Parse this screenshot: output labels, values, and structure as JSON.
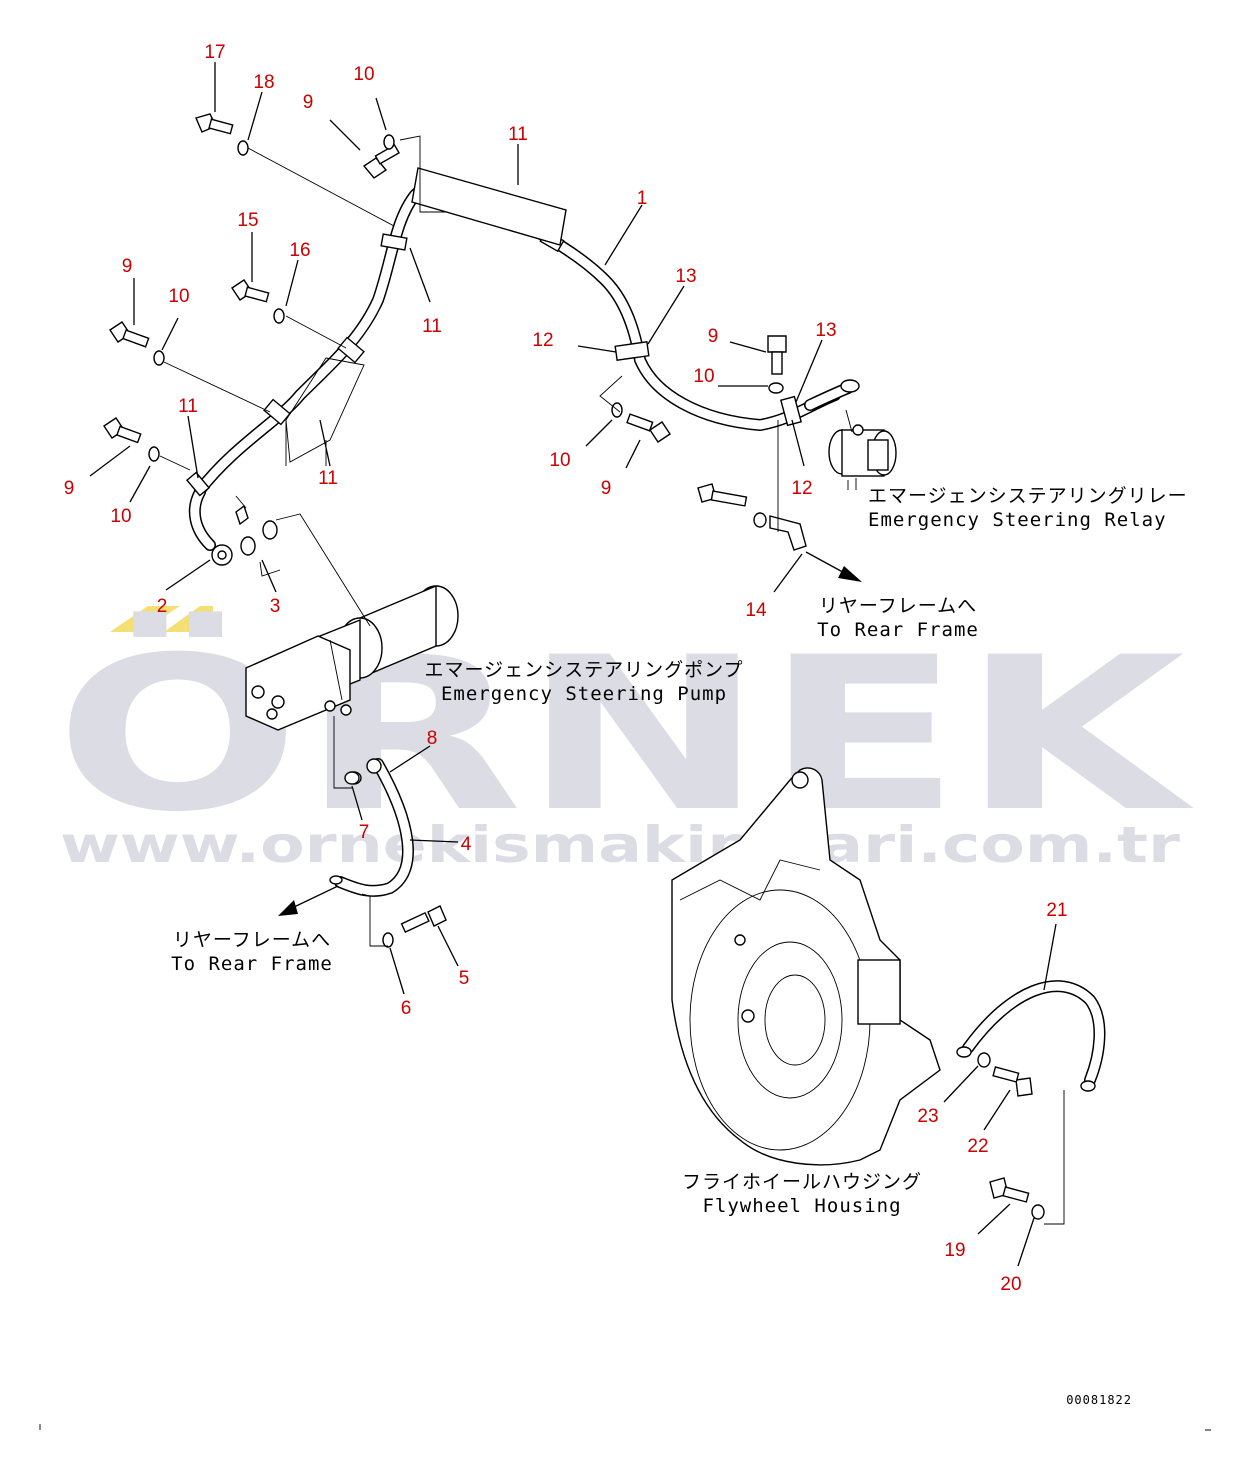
{
  "diagram": {
    "watermark": {
      "brand": "ÖRNEK",
      "url": "www.ornekismakinalari.com.tr"
    },
    "captions": {
      "relay_jp": "エマージェンシステアリングリレー",
      "relay_en": "Emergency Steering Relay",
      "rear_frame_top_jp": "リヤーフレームへ",
      "rear_frame_top_en": "To Rear Frame",
      "pump_jp": "エマージェンシステアリングポンプ",
      "pump_en": "Emergency Steering Pump",
      "rear_frame_bottom_jp": "リヤーフレームへ",
      "rear_frame_bottom_en": "To Rear Frame",
      "flywheel_jp": "フライホイールハウジング",
      "flywheel_en": "Flywheel Housing"
    },
    "drawing_code": "00081822",
    "callouts": [
      "17",
      "18",
      "10",
      "9",
      "11",
      "1",
      "15",
      "16",
      "9",
      "10",
      "11",
      "12",
      "13",
      "9",
      "13",
      "10",
      "11",
      "11",
      "9",
      "10",
      "10",
      "9",
      "12",
      "2",
      "3",
      "14",
      "8",
      "7",
      "4",
      "5",
      "6",
      "21",
      "23",
      "22",
      "19",
      "20"
    ]
  },
  "colors": {
    "callout": "#cc0000",
    "watermark_text": "#dcdce4",
    "watermark_accent": "#f3df74",
    "line": "#000000"
  }
}
